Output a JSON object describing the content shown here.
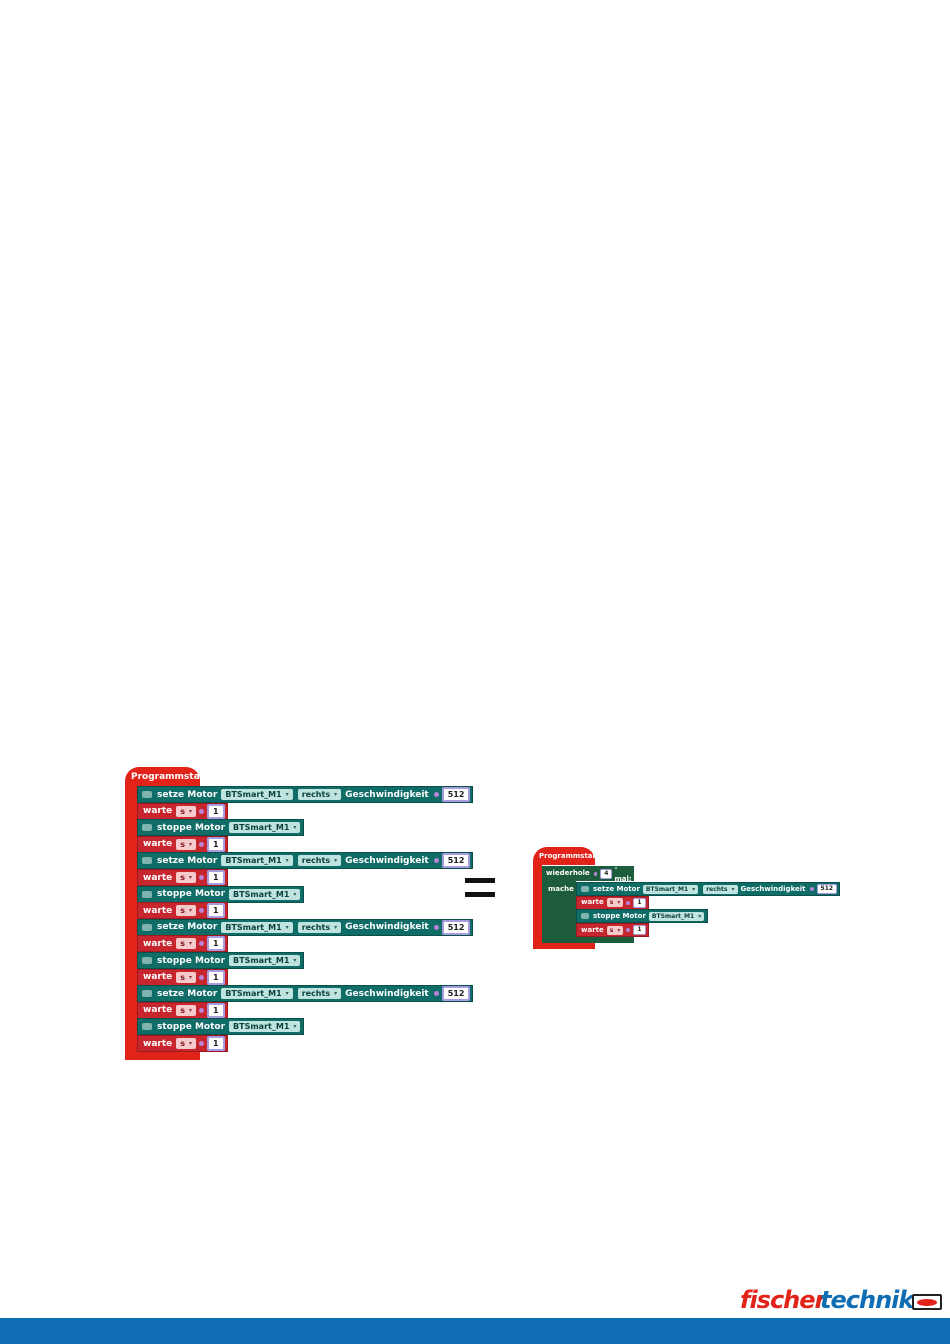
{
  "colors": {
    "event": "#e2231a",
    "motor": "#0f6c66",
    "wait": "#c8262e",
    "loop": "#1d5c3c",
    "number_outline": "#a89be0",
    "footer": "#0f6eb3",
    "brand_red": "#e2231a",
    "brand_blue": "#0f6eb3"
  },
  "left_program": {
    "event_label": "Programmstart",
    "blocks": [
      {
        "type": "setze",
        "label": "setze Motor",
        "motor": "BTSmart_M1",
        "direction": "rechts",
        "speed_label": "Geschwindigkeit",
        "speed": "512"
      },
      {
        "type": "warte",
        "label": "warte",
        "unit": "s",
        "value": "1"
      },
      {
        "type": "stoppe",
        "label": "stoppe Motor",
        "motor": "BTSmart_M1"
      },
      {
        "type": "warte",
        "label": "warte",
        "unit": "s",
        "value": "1"
      },
      {
        "type": "setze",
        "label": "setze Motor",
        "motor": "BTSmart_M1",
        "direction": "rechts",
        "speed_label": "Geschwindigkeit",
        "speed": "512"
      },
      {
        "type": "warte",
        "label": "warte",
        "unit": "s",
        "value": "1"
      },
      {
        "type": "stoppe",
        "label": "stoppe Motor",
        "motor": "BTSmart_M1"
      },
      {
        "type": "warte",
        "label": "warte",
        "unit": "s",
        "value": "1"
      },
      {
        "type": "setze",
        "label": "setze Motor",
        "motor": "BTSmart_M1",
        "direction": "rechts",
        "speed_label": "Geschwindigkeit",
        "speed": "512"
      },
      {
        "type": "warte",
        "label": "warte",
        "unit": "s",
        "value": "1"
      },
      {
        "type": "stoppe",
        "label": "stoppe Motor",
        "motor": "BTSmart_M1"
      },
      {
        "type": "warte",
        "label": "warte",
        "unit": "s",
        "value": "1"
      },
      {
        "type": "setze",
        "label": "setze Motor",
        "motor": "BTSmart_M1",
        "direction": "rechts",
        "speed_label": "Geschwindigkeit",
        "speed": "512"
      },
      {
        "type": "warte",
        "label": "warte",
        "unit": "s",
        "value": "1"
      },
      {
        "type": "stoppe",
        "label": "stoppe Motor",
        "motor": "BTSmart_M1"
      },
      {
        "type": "warte",
        "label": "warte",
        "unit": "s",
        "value": "1"
      }
    ]
  },
  "right_program": {
    "event_label": "Programmstart",
    "repeat_label": "wiederhole",
    "repeat_count": "4",
    "repeat_suffix": "-mal:",
    "do_label": "mache",
    "blocks": [
      {
        "type": "setze",
        "label": "setze Motor",
        "motor": "BTSmart_M1",
        "direction": "rechts",
        "speed_label": "Geschwindigkeit",
        "speed": "512"
      },
      {
        "type": "warte",
        "label": "warte",
        "unit": "s",
        "value": "1"
      },
      {
        "type": "stoppe",
        "label": "stoppe Motor",
        "motor": "BTSmart_M1"
      },
      {
        "type": "warte",
        "label": "warte",
        "unit": "s",
        "value": "1"
      }
    ]
  },
  "logo": {
    "part1": "fischer",
    "part2": "technik"
  }
}
